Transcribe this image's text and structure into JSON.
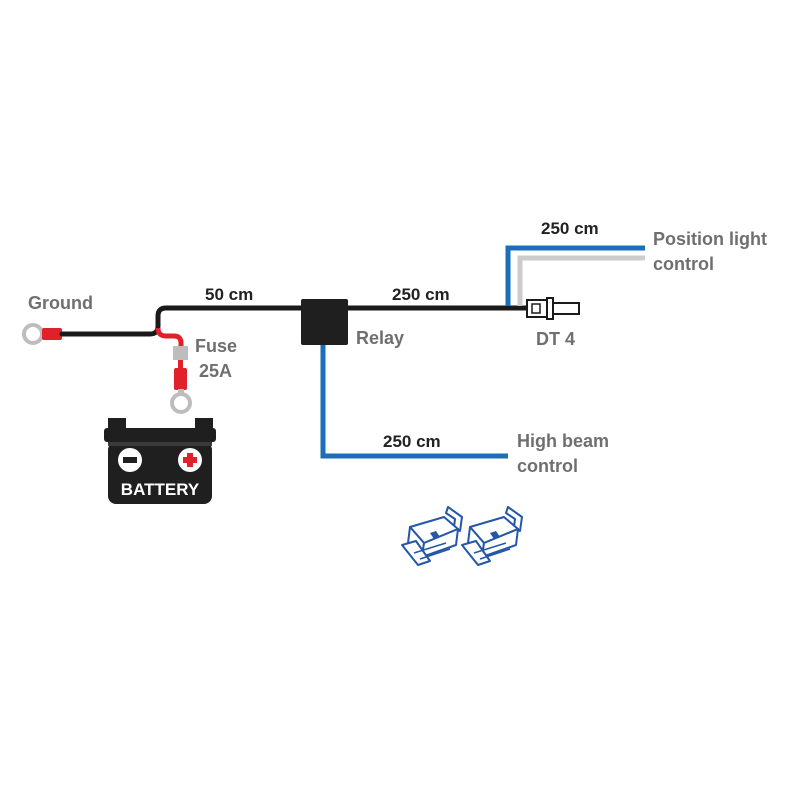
{
  "labels": {
    "ground": "Ground",
    "fuse_line1": "Fuse",
    "fuse_line2": "25A",
    "length_ground_relay": "50 cm",
    "relay": "Relay",
    "length_relay_dt4": "250 cm",
    "dt4": "DT 4",
    "length_position": "250 cm",
    "position_line1": "Position light",
    "position_line2": "control",
    "length_high_beam": "250 cm",
    "high_beam_line1": "High beam",
    "high_beam_line2": "control",
    "battery": "BATTERY"
  },
  "colors": {
    "wire_black": "#1a1a1a",
    "wire_red": "#e0202a",
    "wire_blue": "#1a6fb8",
    "wire_grey": "#cccccc",
    "terminal_grey": "#bdbdbd",
    "battery_body": "#1f1f1f",
    "connector_blue": "#2457a8",
    "label_grey": "#6f6f6f"
  },
  "icons": {
    "battery": "battery-icon",
    "minus": "minus-icon",
    "plus": "plus-icon",
    "ring_terminal": "ring-terminal-icon",
    "splice_connector": "splice-connector-icon"
  }
}
